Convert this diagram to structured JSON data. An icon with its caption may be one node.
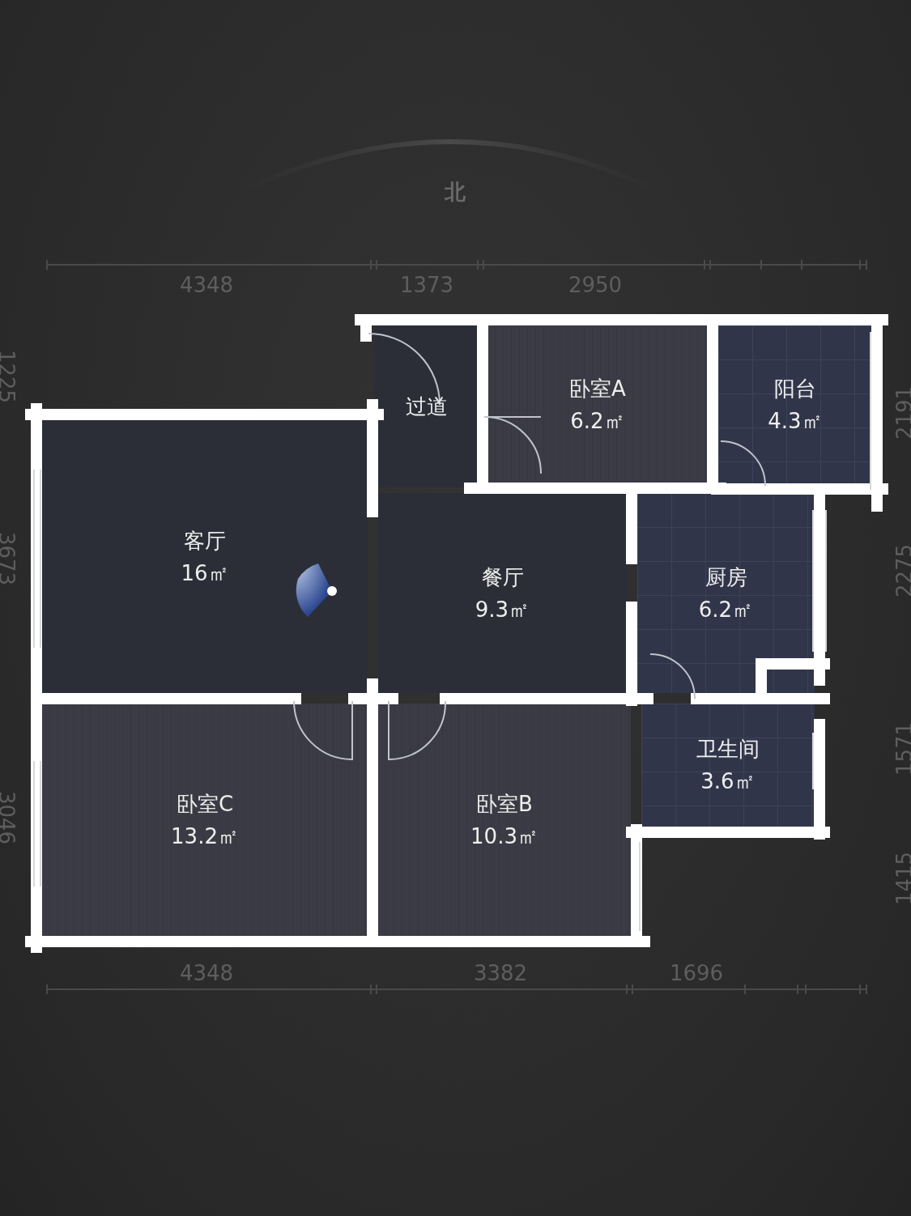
{
  "diagram": {
    "nodes": [
      {
        "text": [
          "过道"
        ]
      },
      {
        "text": [
          "卧室A",
          "6.2㎡"
        ]
      },
      {
        "text": [
          "阳台",
          "4.3㎡"
        ]
      },
      {
        "text": [
          "客厅",
          "16㎡"
        ]
      },
      {
        "text": [
          "餐厅",
          "9.3㎡"
        ]
      },
      {
        "text": [
          "厨房",
          "6.2㎡"
        ]
      },
      {
        "text": [
          "卫生间",
          "3.6㎡"
        ]
      },
      {
        "text": [
          "卧室C",
          "13.2㎡"
        ]
      },
      {
        "text": [
          "卧室B",
          "10.3㎡"
        ]
      }
    ],
    "labels": [
      "北",
      "4348",
      "1373",
      "2950",
      "1225",
      "3673",
      "3046",
      "2191",
      "2275",
      "1571",
      "1415",
      "4348",
      "3382",
      "1696"
    ]
  }
}
